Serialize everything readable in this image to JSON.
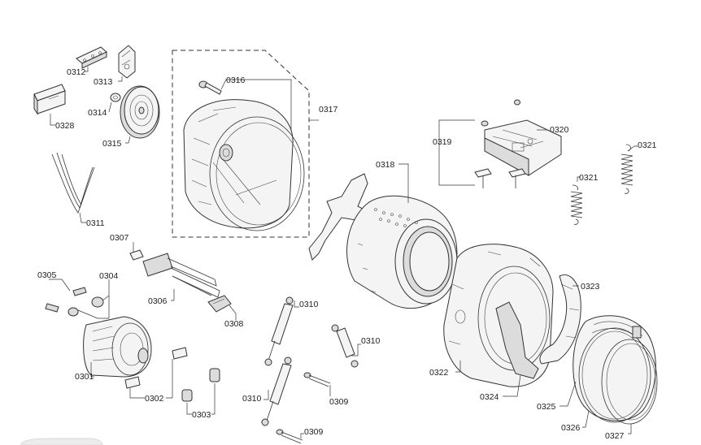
{
  "labels": {
    "p0301": "0301",
    "p0302": "0302",
    "p0303": "0303",
    "p0304": "0304",
    "p0305": "0305",
    "p0306": "0306",
    "p0307": "0307",
    "p0308": "0308",
    "p0309a": "0309",
    "p0309b": "0309",
    "p0310a": "0310",
    "p0310b": "0310",
    "p0310c": "0310",
    "p0311": "0311",
    "p0312": "0312",
    "p0313": "0313",
    "p0314": "0314",
    "p0315": "0315",
    "p0316": "0316",
    "p0317": "0317",
    "p0318": "0318",
    "p0319": "0319",
    "p0320": "0320",
    "p0321a": "0321",
    "p0321b": "0321",
    "p0322": "0322",
    "p0323": "0323",
    "p0324": "0324",
    "p0325": "0325",
    "p0326": "0326",
    "p0327": "0327",
    "p0328": "0328"
  }
}
